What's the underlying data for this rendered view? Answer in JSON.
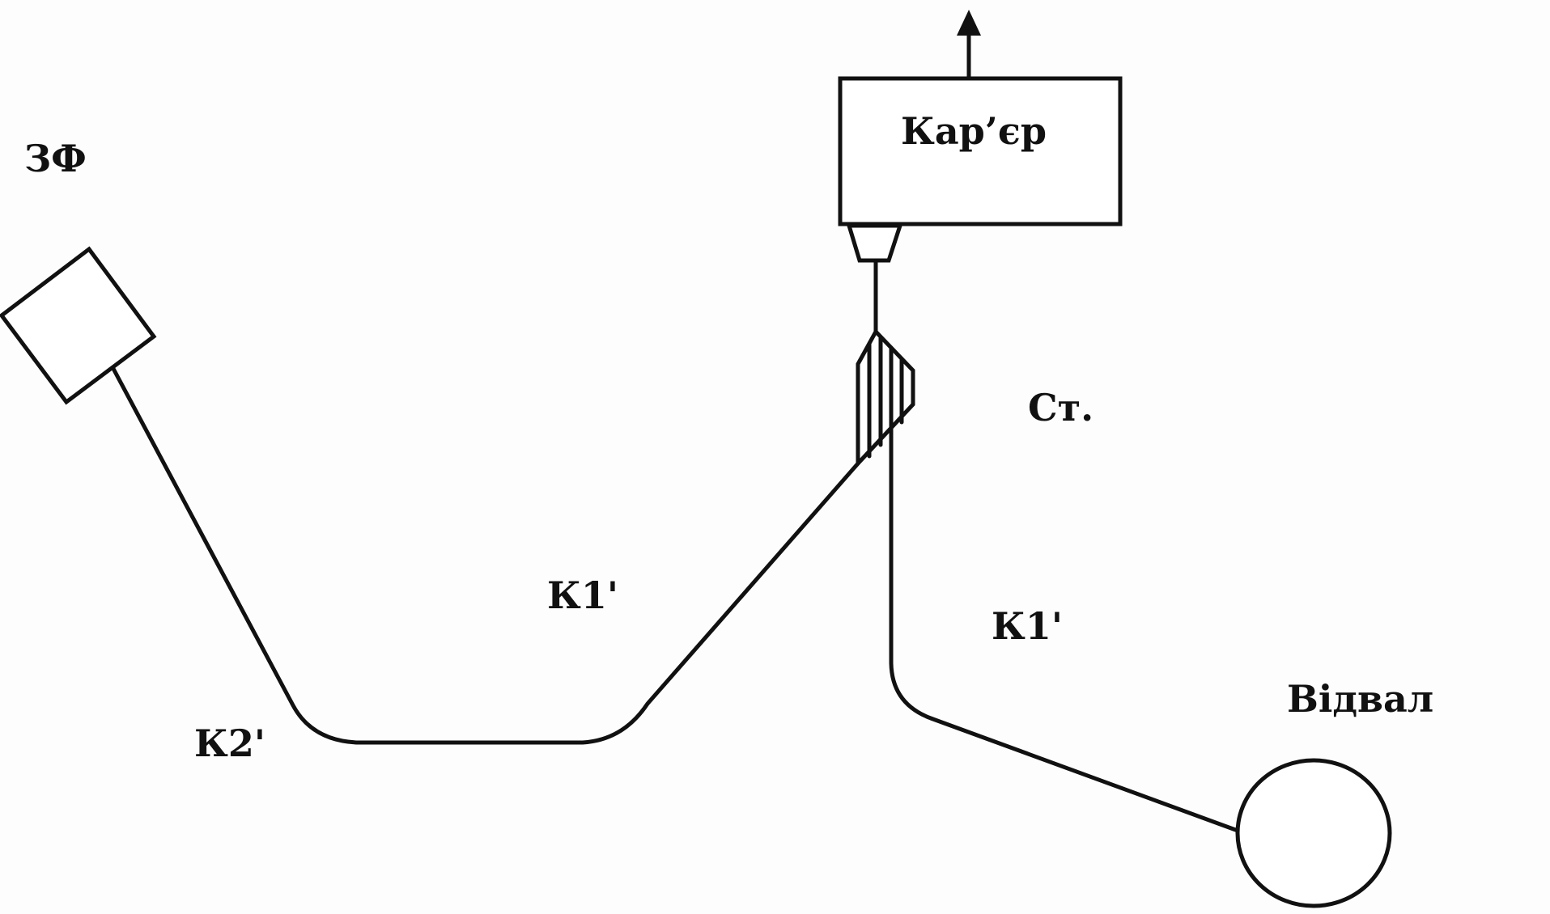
{
  "labels": {
    "zf": "ЗФ",
    "quarry": "Кар’єр",
    "station": "Ст.",
    "k1_left": "К1'",
    "k1_right": "К1'",
    "k2": "К2'",
    "dump": "Відвал"
  },
  "colors": {
    "stroke": "#111111",
    "background": "#ffffff"
  }
}
